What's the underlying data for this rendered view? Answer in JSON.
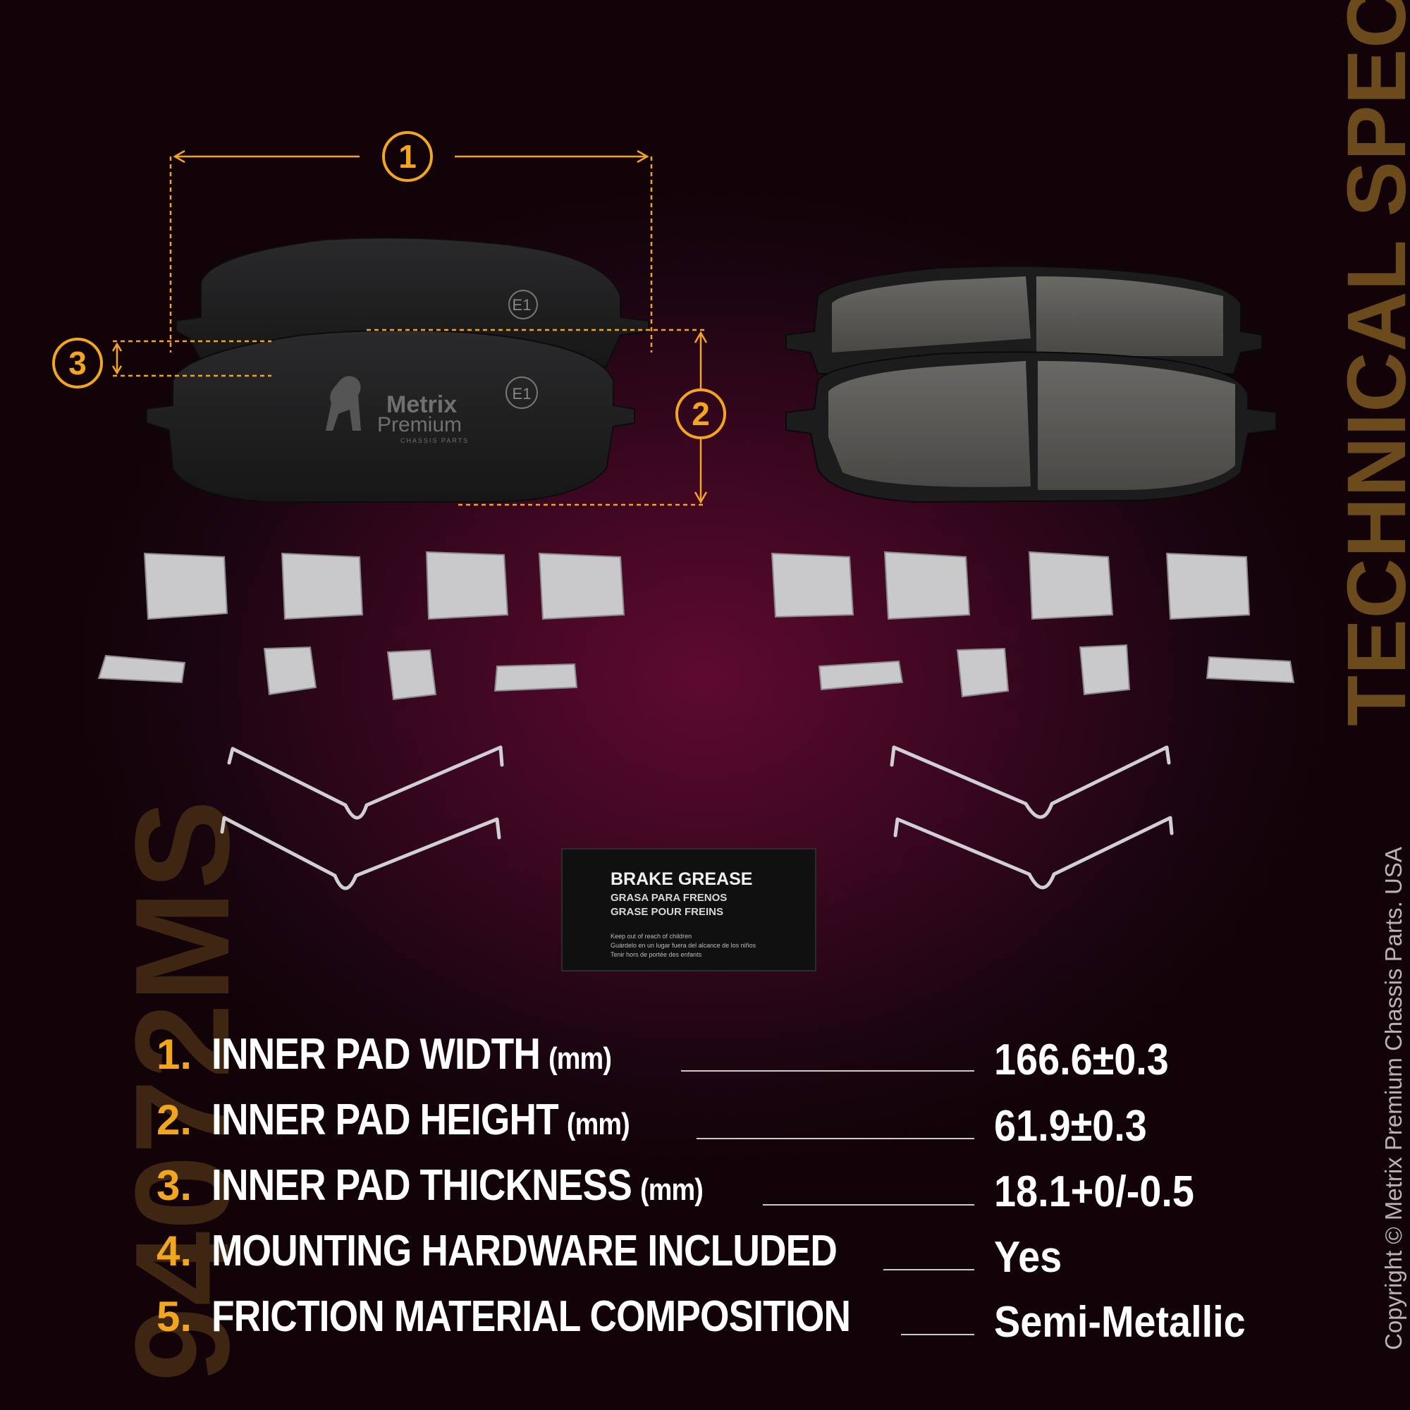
{
  "side_title": "TECHNICAL SPECS",
  "part_number": "94072MS",
  "copyright": "Copyright © Metrix Premium Chassis Parts. USA",
  "callouts": {
    "c1": "1",
    "c2": "2",
    "c3": "3"
  },
  "pad": {
    "stamp": "E1",
    "brand_line1": "Metrix",
    "brand_line2": "Premium",
    "brand_line3": "CHASSIS PARTS"
  },
  "grease_packet": {
    "title": "BRAKE GREASE",
    "line2": "GRASA PARA FRENOS",
    "line3": "GRASE POUR FREINS",
    "warning1": "Keep out of reach of children",
    "warning2": "Guárdelo en un lugar fuera del alcance de los niños",
    "warning3": "Tenir hors de portée des enfants"
  },
  "specs": [
    {
      "num": "1.",
      "label": "INNER PAD WIDTH",
      "unit": "(mm)",
      "value": "166.6±0.3"
    },
    {
      "num": "2.",
      "label": "INNER PAD HEIGHT",
      "unit": "(mm)",
      "value": "61.9±0.3"
    },
    {
      "num": "3.",
      "label": "INNER PAD THICKNESS",
      "unit": "(mm)",
      "value": "18.1+0/-0.5"
    },
    {
      "num": "4.",
      "label": "MOUNTING HARDWARE INCLUDED",
      "unit": "",
      "value": "Yes"
    },
    {
      "num": "5.",
      "label": "FRICTION MATERIAL COMPOSITION",
      "unit": "",
      "value": "Semi-Metallic"
    }
  ],
  "colors": {
    "accent": "#f2a620",
    "background": "#3a0720"
  }
}
